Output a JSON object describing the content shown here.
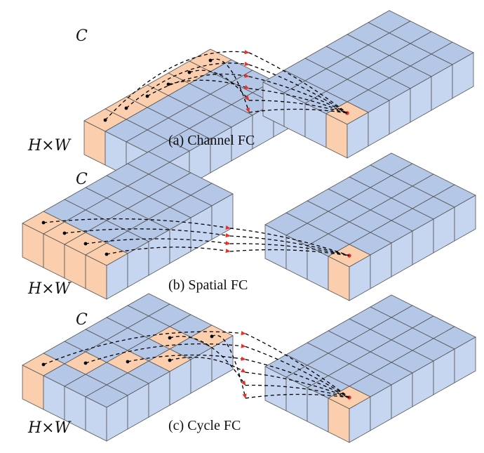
{
  "panels": [
    {
      "id": "a",
      "caption": "(a) Channel FC",
      "axis_c": "C",
      "axis_hw": "H×W",
      "highlight_left": [
        [
          0,
          0
        ],
        [
          0,
          1
        ],
        [
          0,
          2
        ],
        [
          0,
          3
        ],
        [
          0,
          4
        ],
        [
          0,
          5
        ]
      ],
      "sources": [
        [
          0,
          0
        ],
        [
          0,
          1
        ],
        [
          0,
          2
        ],
        [
          0,
          3
        ],
        [
          0,
          4
        ],
        [
          0,
          5
        ]
      ]
    },
    {
      "id": "b",
      "caption": "(b) Spatial FC",
      "axis_c": "C",
      "axis_hw": "H×W",
      "highlight_left": [
        [
          0,
          0
        ],
        [
          1,
          0
        ],
        [
          2,
          0
        ],
        [
          3,
          0
        ]
      ],
      "sources": [
        [
          0,
          0
        ],
        [
          1,
          0
        ],
        [
          2,
          0
        ],
        [
          3,
          0
        ]
      ]
    },
    {
      "id": "c",
      "caption": "(c) Cycle FC",
      "axis_c": "C",
      "axis_hw": "H×W",
      "highlight_left": [
        [
          0,
          0
        ],
        [
          1,
          1
        ],
        [
          2,
          2
        ],
        [
          3,
          3
        ],
        [
          2,
          4
        ],
        [
          3,
          5
        ]
      ],
      "sources": [
        [
          0,
          0
        ],
        [
          1,
          1
        ],
        [
          2,
          2
        ],
        [
          3,
          3
        ],
        [
          2,
          4
        ],
        [
          3,
          5
        ]
      ]
    }
  ],
  "colors": {
    "blue_face": "#b4c7e7",
    "blue_side": "#c6d6f0",
    "peach": "#fbcfae",
    "edge": "#555555",
    "arrow": "#e8322a",
    "dash": "#000000"
  }
}
